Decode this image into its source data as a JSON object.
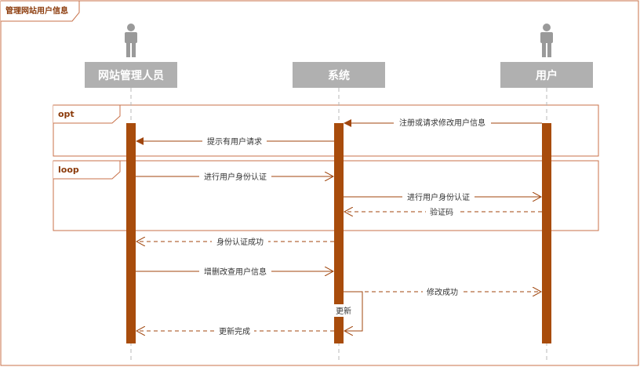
{
  "diagram": {
    "title": "管理网站用户信息",
    "actors": [
      {
        "id": "admin",
        "label": "网站管理人员"
      },
      {
        "id": "system",
        "label": "系统"
      },
      {
        "id": "user",
        "label": "用户"
      }
    ],
    "fragments": [
      {
        "id": "opt",
        "label": "opt"
      },
      {
        "id": "loop",
        "label": "loop"
      }
    ],
    "messages": [
      {
        "id": "m1",
        "label": "注册或请求修改用户信息",
        "from": "user",
        "to": "system",
        "style": "solid-filled"
      },
      {
        "id": "m2",
        "label": "提示有用户请求",
        "from": "system",
        "to": "admin",
        "style": "solid-filled"
      },
      {
        "id": "m3",
        "label": "进行用户身份认证",
        "from": "admin",
        "to": "system",
        "style": "solid-open"
      },
      {
        "id": "m4",
        "label": "进行用户身份认证",
        "from": "system",
        "to": "user",
        "style": "solid-open"
      },
      {
        "id": "m5",
        "label": "验证码",
        "from": "user",
        "to": "system",
        "style": "dashed-open"
      },
      {
        "id": "m6",
        "label": "身份认证成功",
        "from": "system",
        "to": "admin",
        "style": "dashed-open"
      },
      {
        "id": "m7",
        "label": "增删改查用户信息",
        "from": "admin",
        "to": "system",
        "style": "solid-open"
      },
      {
        "id": "m8",
        "label": "修改成功",
        "from": "system",
        "to": "user",
        "style": "dashed-open"
      },
      {
        "id": "m9",
        "label": "更新",
        "from": "system",
        "to": "system",
        "style": "self"
      },
      {
        "id": "m10",
        "label": "更新完成",
        "from": "system",
        "to": "admin",
        "style": "dashed-open"
      }
    ]
  },
  "colors": {
    "frame": "#C8724A",
    "accent": "#A0460E",
    "activation": "#A84C0C",
    "actor_box": "#B0B0B0",
    "actor_icon": "#9A9A9A",
    "lifeline": "#B8B8B8"
  }
}
